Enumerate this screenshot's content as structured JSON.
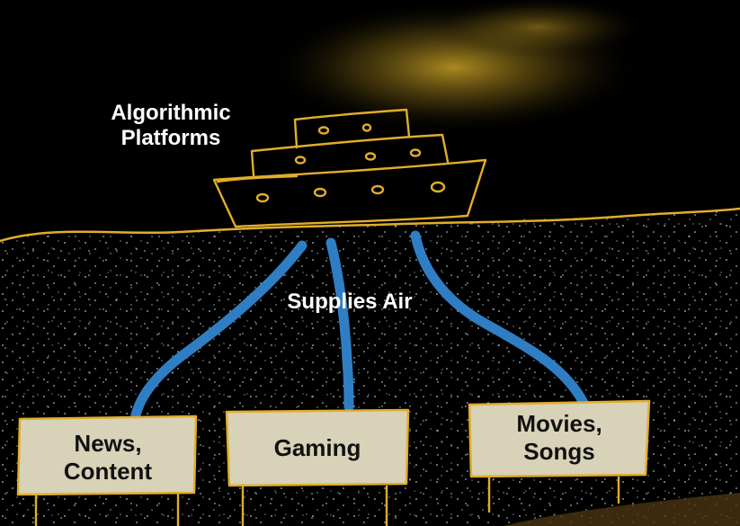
{
  "title_label": "Algorithmic\nPlatforms",
  "middle_label": "Supplies Air",
  "signs": [
    {
      "label": "News,\nContent"
    },
    {
      "label": "Gaming"
    },
    {
      "label": "Movies,\nSongs"
    }
  ],
  "colors": {
    "background": "#000000",
    "sketch_line": "#e2ad2a",
    "hose": "#2f7ec4",
    "sign_fill": "#d7d2b8",
    "text": "#ffffff",
    "glow": "#c9a227"
  }
}
